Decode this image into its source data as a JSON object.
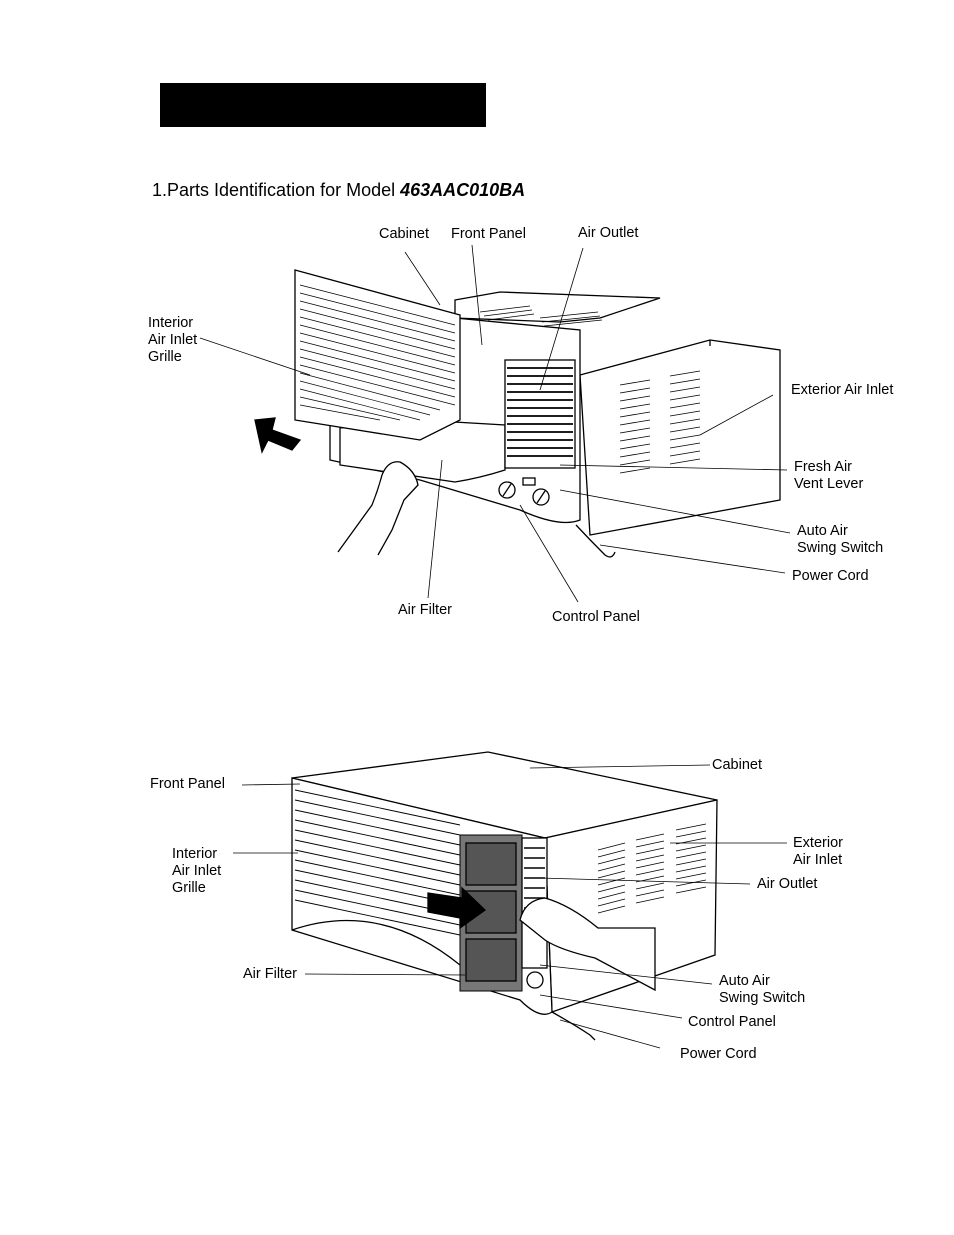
{
  "header": {
    "bar_color": "#000000"
  },
  "section": {
    "title_prefix": "1.Parts Identification for Model ",
    "model": "463AAC010BA"
  },
  "figure1": {
    "labels": {
      "cabinet": "Cabinet",
      "front_panel": "Front Panel",
      "air_outlet": "Air Outlet",
      "interior_air_inlet_grille": [
        "Interior",
        "Air Inlet",
        "Grille"
      ],
      "exterior_air_inlet": "Exterior Air Inlet",
      "fresh_air_vent_lever": [
        "Fresh Air",
        "Vent Lever"
      ],
      "auto_air_swing_switch": [
        "Auto Air",
        "Swing Switch"
      ],
      "power_cord": "Power Cord",
      "air_filter": "Air Filter",
      "control_panel": "Control Panel"
    }
  },
  "figure2": {
    "labels": {
      "cabinet": "Cabinet",
      "front_panel": "Front Panel",
      "interior_air_inlet_grille": [
        "Interior",
        "Air Inlet",
        "Grille"
      ],
      "exterior_air_inlet": [
        "Exterior",
        "Air Inlet"
      ],
      "air_outlet": "Air Outlet",
      "air_filter": "Air Filter",
      "auto_air_swing_switch": [
        "Auto Air",
        "Swing Switch"
      ],
      "control_panel": "Control Panel",
      "power_cord": "Power Cord"
    }
  }
}
